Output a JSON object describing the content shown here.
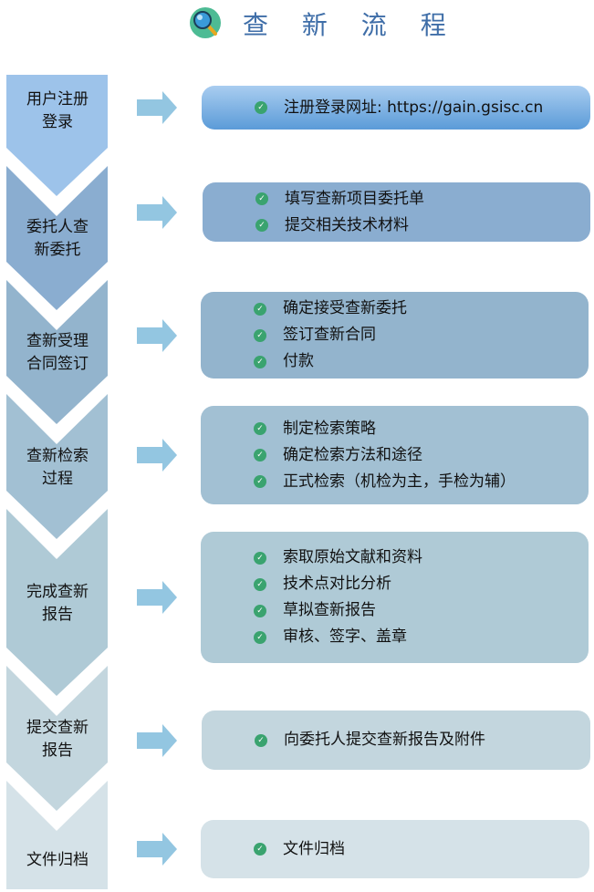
{
  "title": "查 新 流 程",
  "colors": {
    "check": "#3aa36f",
    "title": "#3f6ea8"
  },
  "steps": [
    {
      "label": "用户注册\n登录",
      "color": "#9dc3ea",
      "items": [
        "注册登录网址: https://gain.gsisc.cn"
      ]
    },
    {
      "label": "委托人查\n新委托",
      "color": "#8aadd0",
      "items": [
        "填写查新项目委托单",
        "提交相关技术材料"
      ]
    },
    {
      "label": "查新受理\n合同签订",
      "color": "#93b4cd",
      "items": [
        "确定接受查新委托",
        "签订查新合同",
        "付款"
      ]
    },
    {
      "label": "查新检索\n过程",
      "color": "#a2c0d3",
      "items": [
        "制定检索策略",
        "确定检索方法和途径",
        "正式检索（机检为主，手检为辅）"
      ]
    },
    {
      "label": "完成查新\n报告",
      "color": "#afcad6",
      "items": [
        "索取原始文献和资料",
        "技术点对比分析",
        "草拟查新报告",
        "审核、签字、盖章"
      ]
    },
    {
      "label": "提交查新\n报告",
      "color": "#c3d6de",
      "items": [
        "向委托人提交查新报告及附件"
      ]
    },
    {
      "label": "文件归档",
      "color": "#d5e2e8",
      "items": [
        "文件归档"
      ]
    }
  ]
}
